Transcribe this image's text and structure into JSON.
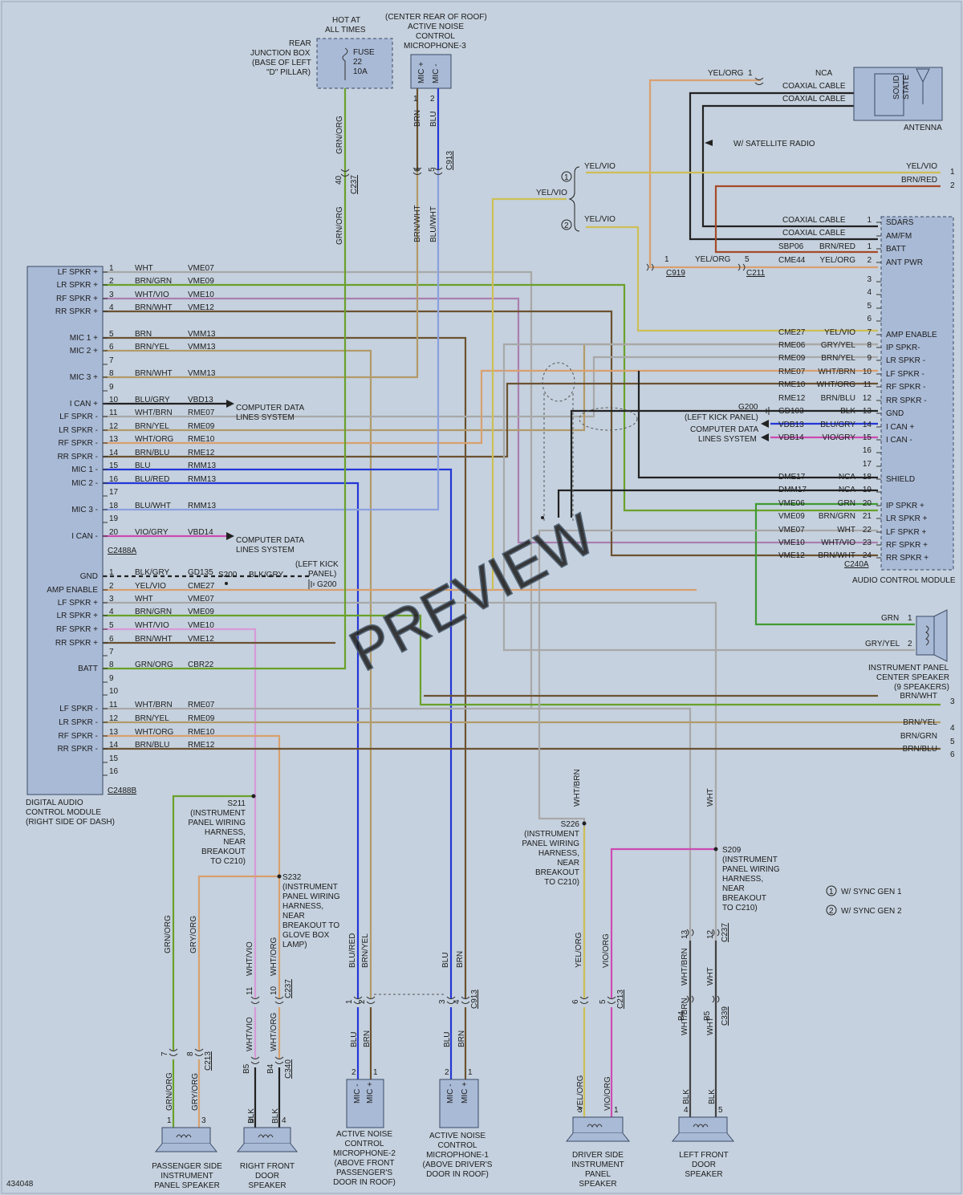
{
  "figure_id": "434048",
  "watermark": "PREVIEW",
  "colors": {
    "background": "#c5d1de",
    "module": "#a9bad6",
    "gray": "#a8a8a8",
    "violet": "#a97fb0",
    "green": "#6aa12a",
    "brown": "#6b5231",
    "tan": "#b29a6a",
    "black": "#222222",
    "blue": "#2436d6",
    "pink": "#cc4bb2",
    "orange": "#d8a070",
    "yellow": "#cdbf55",
    "red_brown": "#a64a2a",
    "light_violet": "#d89ad8"
  },
  "dacm": {
    "caption": [
      "DIGITAL AUDIO",
      "CONTROL MODULE",
      "(RIGHT SIDE OF DASH)"
    ],
    "connector_a": "C2488A",
    "connector_b": "C2488B",
    "pins_a": [
      {
        "pin": "1",
        "label": "LF SPKR +",
        "wire": "WHT",
        "circuit": "VME07"
      },
      {
        "pin": "2",
        "label": "LR SPKR +",
        "wire": "BRN/GRN",
        "circuit": "VME09"
      },
      {
        "pin": "3",
        "label": "RF SPKR +",
        "wire": "WHT/VIO",
        "circuit": "VME10"
      },
      {
        "pin": "4",
        "label": "RR SPKR +",
        "wire": "BRN/WHT",
        "circuit": "VME12"
      },
      {
        "pin": "5",
        "label": "MIC 1 +",
        "wire": "BRN",
        "circuit": "VMM13"
      },
      {
        "pin": "6",
        "label": "MIC 2 +",
        "wire": "BRN/YEL",
        "circuit": "VMM13"
      },
      {
        "pin": "7",
        "label": "",
        "wire": "",
        "circuit": ""
      },
      {
        "pin": "8",
        "label": "MIC 3 +",
        "wire": "BRN/WHT",
        "circuit": "VMM13"
      },
      {
        "pin": "9",
        "label": "",
        "wire": "",
        "circuit": ""
      },
      {
        "pin": "10",
        "label": "I CAN +",
        "wire": "BLU/GRY",
        "circuit": "VBD13"
      },
      {
        "pin": "11",
        "label": "LF SPKR -",
        "wire": "WHT/BRN",
        "circuit": "RME07"
      },
      {
        "pin": "12",
        "label": "LR SPKR -",
        "wire": "BRN/YEL",
        "circuit": "RME09"
      },
      {
        "pin": "13",
        "label": "RF SPKR -",
        "wire": "WHT/ORG",
        "circuit": "RME10"
      },
      {
        "pin": "14",
        "label": "RR SPKR -",
        "wire": "BRN/BLU",
        "circuit": "RME12"
      },
      {
        "pin": "15",
        "label": "MIC 1 -",
        "wire": "BLU",
        "circuit": "RMM13"
      },
      {
        "pin": "16",
        "label": "MIC 2 -",
        "wire": "BLU/RED",
        "circuit": "RMM13"
      },
      {
        "pin": "17",
        "label": "",
        "wire": "",
        "circuit": ""
      },
      {
        "pin": "18",
        "label": "MIC 3 -",
        "wire": "BLU/WHT",
        "circuit": "RMM13"
      },
      {
        "pin": "19",
        "label": "",
        "wire": "",
        "circuit": ""
      },
      {
        "pin": "20",
        "label": "I CAN -",
        "wire": "VIO/GRY",
        "circuit": "VBD14"
      }
    ],
    "pins_b": [
      {
        "pin": "1",
        "label": "GND",
        "wire": "BLK/GRY",
        "circuit": "GD135"
      },
      {
        "pin": "2",
        "label": "AMP ENABLE",
        "wire": "YEL/VIO",
        "circuit": "CME27"
      },
      {
        "pin": "3",
        "label": "LF SPKR +",
        "wire": "WHT",
        "circuit": "VME07"
      },
      {
        "pin": "4",
        "label": "LR SPKR +",
        "wire": "BRN/GRN",
        "circuit": "VME09"
      },
      {
        "pin": "5",
        "label": "RF SPKR +",
        "wire": "WHT/VIO",
        "circuit": "VME10"
      },
      {
        "pin": "6",
        "label": "RR SPKR +",
        "wire": "BRN/WHT",
        "circuit": "VME12"
      },
      {
        "pin": "7",
        "label": "",
        "wire": "",
        "circuit": ""
      },
      {
        "pin": "8",
        "label": "BATT",
        "wire": "GRN/ORG",
        "circuit": "CBR22"
      },
      {
        "pin": "9",
        "label": "",
        "wire": "",
        "circuit": ""
      },
      {
        "pin": "10",
        "label": "",
        "wire": "",
        "circuit": ""
      },
      {
        "pin": "11",
        "label": "LF SPKR -",
        "wire": "WHT/BRN",
        "circuit": "RME07"
      },
      {
        "pin": "12",
        "label": "LR SPKR -",
        "wire": "BRN/YEL",
        "circuit": "RME09"
      },
      {
        "pin": "13",
        "label": "RF SPKR -",
        "wire": "WHT/ORG",
        "circuit": "RME10"
      },
      {
        "pin": "14",
        "label": "RR SPKR -",
        "wire": "BRN/BLU",
        "circuit": "RME12"
      },
      {
        "pin": "15",
        "label": "",
        "wire": "",
        "circuit": ""
      },
      {
        "pin": "16",
        "label": "",
        "wire": "",
        "circuit": ""
      }
    ],
    "cdl_label": [
      "COMPUTER DATA",
      "LINES SYSTEM"
    ],
    "s200": {
      "splice": "S200",
      "wire": "BLK/GRY",
      "ground": "G200",
      "note": [
        "(LEFT KICK",
        "PANEL)"
      ]
    }
  },
  "acm": {
    "caption": "AUDIO CONTROL MODULE",
    "connector": "C240A",
    "pins": [
      {
        "pin": "1",
        "label": "SDARS",
        "circuit": "",
        "wire": ""
      },
      {
        "pin": "",
        "label": "AM/FM",
        "circuit": "",
        "wire": ""
      },
      {
        "pin": "1",
        "label": "BATT",
        "circuit": "SBP06",
        "wire": "BRN/RED"
      },
      {
        "pin": "2",
        "label": "ANT PWR",
        "circuit": "CME44",
        "wire": "YEL/ORG"
      },
      {
        "pin": "3",
        "label": "",
        "circuit": "",
        "wire": ""
      },
      {
        "pin": "4",
        "label": "",
        "circuit": "",
        "wire": ""
      },
      {
        "pin": "5",
        "label": "",
        "circuit": "",
        "wire": ""
      },
      {
        "pin": "6",
        "label": "",
        "circuit": "",
        "wire": ""
      },
      {
        "pin": "7",
        "label": "AMP ENABLE",
        "circuit": "CME27",
        "wire": "YEL/VIO"
      },
      {
        "pin": "8",
        "label": "IP SPKR-",
        "circuit": "RME06",
        "wire": "GRY/YEL"
      },
      {
        "pin": "9",
        "label": "LR SPKR -",
        "circuit": "RME09",
        "wire": "BRN/YEL"
      },
      {
        "pin": "10",
        "label": "LF SPKR -",
        "circuit": "RME07",
        "wire": "WHT/BRN"
      },
      {
        "pin": "11",
        "label": "RF SPKR -",
        "circuit": "RME10",
        "wire": "WHT/ORG"
      },
      {
        "pin": "12",
        "label": "RR SPKR -",
        "circuit": "RME12",
        "wire": "BRN/BLU"
      },
      {
        "pin": "13",
        "label": "GND",
        "circuit": "GD103",
        "wire": "BLK"
      },
      {
        "pin": "14",
        "label": "I CAN +",
        "circuit": "VDB13",
        "wire": "BLU/GRY"
      },
      {
        "pin": "15",
        "label": "I CAN -",
        "circuit": "VDB14",
        "wire": "VIO/GRY"
      },
      {
        "pin": "16",
        "label": "",
        "circuit": "",
        "wire": ""
      },
      {
        "pin": "17",
        "label": "",
        "circuit": "",
        "wire": ""
      },
      {
        "pin": "18",
        "label": "SHIELD",
        "circuit": "DME17",
        "wire": "NCA"
      },
      {
        "pin": "19",
        "label": "",
        "circuit": "DMM17",
        "wire": "NCA"
      },
      {
        "pin": "20",
        "label": "IP SPKR +",
        "circuit": "VME06",
        "wire": "GRN"
      },
      {
        "pin": "21",
        "label": "LR SPKR +",
        "circuit": "VME09",
        "wire": "BRN/GRN"
      },
      {
        "pin": "22",
        "label": "LF SPKR +",
        "circuit": "VME07",
        "wire": "WHT"
      },
      {
        "pin": "23",
        "label": "RF SPKR +",
        "circuit": "VME10",
        "wire": "WHT/VIO"
      },
      {
        "pin": "24",
        "label": "RR SPKR +",
        "circuit": "VME12",
        "wire": "BRN/WHT"
      }
    ],
    "g200": {
      "ground": "G200",
      "note": "(LEFT KICK PANEL)"
    },
    "cdl_label": [
      "COMPUTER DATA",
      "LINES SYSTEM"
    ],
    "coax1": "COAXIAL CABLE",
    "coax2": "COAXIAL CABLE"
  },
  "antenna": {
    "caption": "ANTENNA",
    "solid_state": [
      "SOLID",
      "STATE"
    ],
    "pin": "1",
    "wire": "YEL/ORG",
    "nca": "NCA",
    "coax1": "COAXIAL CABLE",
    "coax2": "COAXIAL CABLE",
    "sat_note": "W/ SATELLITE RADIO",
    "c919": "C919",
    "c211": "C211",
    "c919_pin": "1",
    "c211_pin": "5",
    "c211_wire": "YEL/ORG"
  },
  "rear_jb": {
    "title": [
      "HOT AT",
      "ALL TIMES"
    ],
    "caption": [
      "REAR",
      "JUNCTION BOX",
      "(BASE OF LEFT",
      "\"D\" PILLAR)"
    ],
    "fuse": [
      "FUSE",
      "22",
      "10A"
    ],
    "wire_top": "GRN/ORG",
    "wire_bottom": "GRN/ORG",
    "connector": "C237",
    "pin": "40"
  },
  "mic3": {
    "title": [
      "(CENTER REAR OF ROOF)",
      "ACTIVE NOISE",
      "CONTROL",
      "MICROPHONE-3"
    ],
    "pins": [
      "1",
      "2"
    ],
    "pin_labels": [
      "MIC +",
      "MIC -"
    ],
    "wires_top": [
      "BRN",
      "BLU"
    ],
    "connector": "C913",
    "conn_pins": [
      "6",
      "5"
    ],
    "wires_bottom": [
      "BRN/WHT",
      "BLU/WHT"
    ]
  },
  "sync": {
    "note1_id": "1",
    "note2_id": "2",
    "note1": "W/ SYNC GEN 1",
    "note2": "W/ SYNC GEN 2",
    "label1": "YEL/VIO",
    "label2": "YEL/VIO",
    "label_mid": "YEL/VIO"
  },
  "right_outputs": [
    {
      "pin": "1",
      "wire": "YEL/VIO"
    },
    {
      "pin": "2",
      "wire": "BRN/RED"
    },
    {
      "pin": "3",
      "wire": "BRN/WHT"
    },
    {
      "pin": "4",
      "wire": "BRN/YEL"
    },
    {
      "pin": "5",
      "wire": "BRN/GRN"
    },
    {
      "pin": "6",
      "wire": "BRN/BLU"
    }
  ],
  "ip_center_speaker": {
    "caption": [
      "INSTRUMENT PANEL",
      "CENTER SPEAKER",
      "(9 SPEAKERS)"
    ],
    "pins": [
      "1",
      "2"
    ],
    "wires": [
      "GRN",
      "GRY/YEL"
    ]
  },
  "splices": {
    "s211": [
      "S211",
      "(INSTRUMENT",
      "PANEL WIRING",
      "HARNESS,",
      "NEAR",
      "BREAKOUT",
      "TO C210)"
    ],
    "s232": [
      "S232",
      "(INSTRUMENT",
      "PANEL WIRING",
      "HARNESS,",
      "NEAR",
      "BREAKOUT TO",
      "GLOVE BOX",
      "LAMP)"
    ],
    "s226": [
      "S226",
      "(INSTRUMENT",
      "PANEL WIRING",
      "HARNESS,",
      "NEAR",
      "BREAKOUT",
      "TO C210)"
    ],
    "s209": [
      "S209",
      "(INSTRUMENT",
      "PANEL WIRING",
      "HARNESS,",
      "NEAR",
      "BREAKOUT",
      "TO C210)"
    ],
    "s226_wire": "WHT/BRN",
    "s209_wire": "WHT"
  },
  "bottom_components": [
    {
      "id": "pass-ip-speaker",
      "caption": [
        "PASSENGER SIDE",
        "INSTRUMENT",
        "PANEL SPEAKER"
      ],
      "wires_top": [
        "GRN/ORG",
        "GRY/ORG"
      ],
      "conn": "C213",
      "conn_pins": [
        "7",
        "8"
      ],
      "wires_bottom": [
        "GRN/ORG",
        "GRY/ORG"
      ],
      "pins": [
        "1",
        "3"
      ]
    },
    {
      "id": "rf-door-speaker",
      "caption": [
        "RIGHT FRONT",
        "DOOR",
        "SPEAKER"
      ],
      "wires_top": [
        "WHT/VIO",
        "WHT/ORG"
      ],
      "conn_top": "C237",
      "conn_top_pins": [
        "11",
        "10"
      ],
      "wires_mid": [
        "WHT/VIO",
        "WHT/ORG"
      ],
      "conn": "C340",
      "conn_pins": [
        "B5",
        "B4"
      ],
      "wires_bottom": [
        "BLK",
        "BLK"
      ],
      "pins": [
        "5",
        "4"
      ]
    },
    {
      "id": "anc-mic-2",
      "caption": [
        "ACTIVE NOISE",
        "CONTROL",
        "MICROPHONE-2",
        "(ABOVE FRONT",
        "PASSENGER'S",
        "DOOR IN ROOF)"
      ],
      "wires_top": [
        "BLU/RED",
        "BRN/YEL"
      ],
      "conn_pins": [
        "1",
        "2"
      ],
      "wires_bottom": [
        "BLU",
        "BRN"
      ],
      "pins": [
        "2",
        "1"
      ],
      "pin_labels": [
        "MIC -",
        "MIC +"
      ]
    },
    {
      "id": "anc-mic-1",
      "caption": [
        "ACTIVE NOISE",
        "CONTROL",
        "MICROPHONE-1",
        "(ABOVE DRIVER'S",
        "DOOR IN ROOF)"
      ],
      "wires_top": [
        "BLU",
        "BRN"
      ],
      "conn": "C913",
      "conn_pins": [
        "3",
        "4"
      ],
      "wires_bottom": [
        "BLU",
        "BRN"
      ],
      "pins": [
        "2",
        "1"
      ],
      "pin_labels": [
        "MIC -",
        "MIC +"
      ]
    },
    {
      "id": "drv-ip-speaker",
      "caption": [
        "DRIVER SIDE",
        "INSTRUMENT",
        "PANEL",
        "SPEAKER"
      ],
      "wires_top": [
        "YEL/ORG",
        "VIO/ORG"
      ],
      "conn": "C213",
      "conn_pins": [
        "6",
        "5"
      ],
      "wires_bottom": [
        "YEL/ORG",
        "VIO/ORG"
      ],
      "pins": [
        "3",
        "1"
      ]
    },
    {
      "id": "lf-door-speaker",
      "caption": [
        "LEFT FRONT",
        "DOOR",
        "SPEAKER"
      ],
      "wires_top": [
        "WHT/BRN",
        "WHT"
      ],
      "conn_top": "C237",
      "conn_top_pins": [
        "13",
        "12"
      ],
      "wires_mid": [
        "WHT/BRN",
        "WHT"
      ],
      "conn": "C339",
      "conn_pins": [
        "B4",
        "B5"
      ],
      "wires_bottom": [
        "BLK",
        "BLK"
      ],
      "pins": [
        "4",
        "5"
      ]
    }
  ]
}
